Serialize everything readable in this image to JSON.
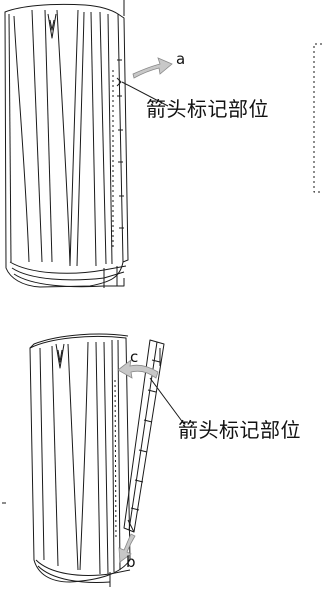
{
  "figure_top": {
    "callout_label": "箭头标记部位",
    "arrow_label": "a"
  },
  "figure_bottom": {
    "callout_label": "箭头标记部位",
    "upper_arrow_label": "c",
    "lower_arrow_label": "b"
  },
  "colors": {
    "line": "#1a1a1a",
    "arrow_fill": "#bfbfbf",
    "background": "#ffffff"
  }
}
